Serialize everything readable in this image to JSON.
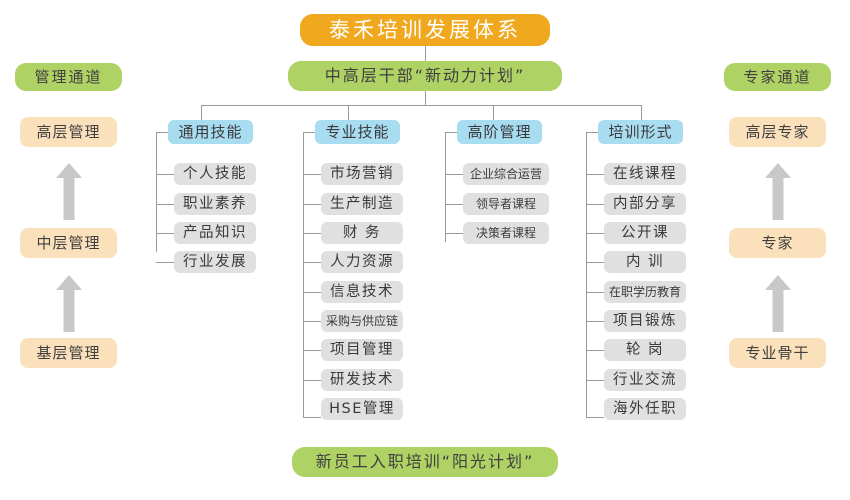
{
  "diagram": {
    "title": "泰禾培训发展体系",
    "subtitle": "中高层干部“新动力计划”",
    "footer": "新员工入职培训“阳光计划”",
    "colors": {
      "title_bg": "#F0A81E",
      "green_bg": "#AFD264",
      "peach_bg": "#FBE0BC",
      "blue_bg": "#A8DCF0",
      "grey_bg": "#E0E0E0",
      "arrow": "#C8C8C8",
      "line": "#9A9A9A"
    }
  },
  "left_channel": {
    "header": "管理通道",
    "levels": [
      {
        "label": "高层管理"
      },
      {
        "label": "中层管理"
      },
      {
        "label": "基层管理"
      }
    ]
  },
  "right_channel": {
    "header": "专家通道",
    "levels": [
      {
        "label": "高层专家"
      },
      {
        "label": "专家"
      },
      {
        "label": "专业骨干"
      }
    ]
  },
  "categories": [
    {
      "label": "通用技能",
      "items": [
        {
          "label": "个人技能"
        },
        {
          "label": "职业素养"
        },
        {
          "label": "产品知识"
        },
        {
          "label": "行业发展"
        }
      ]
    },
    {
      "label": "专业技能",
      "items": [
        {
          "label": "市场营销"
        },
        {
          "label": "生产制造"
        },
        {
          "label": "财  务"
        },
        {
          "label": "人力资源"
        },
        {
          "label": "信息技术"
        },
        {
          "label": "采购与供应链"
        },
        {
          "label": "项目管理"
        },
        {
          "label": "研发技术"
        },
        {
          "label": "HSE管理"
        }
      ]
    },
    {
      "label": "高阶管理",
      "items": [
        {
          "label": "企业综合运营"
        },
        {
          "label": "领导者课程"
        },
        {
          "label": "决策者课程"
        }
      ]
    },
    {
      "label": "培训形式",
      "items": [
        {
          "label": "在线课程"
        },
        {
          "label": "内部分享"
        },
        {
          "label": "公开课"
        },
        {
          "label": "内  训"
        },
        {
          "label": "在职学历教育"
        },
        {
          "label": "项目锻炼"
        },
        {
          "label": "轮  岗"
        },
        {
          "label": "行业交流"
        },
        {
          "label": "海外任职"
        }
      ]
    }
  ]
}
